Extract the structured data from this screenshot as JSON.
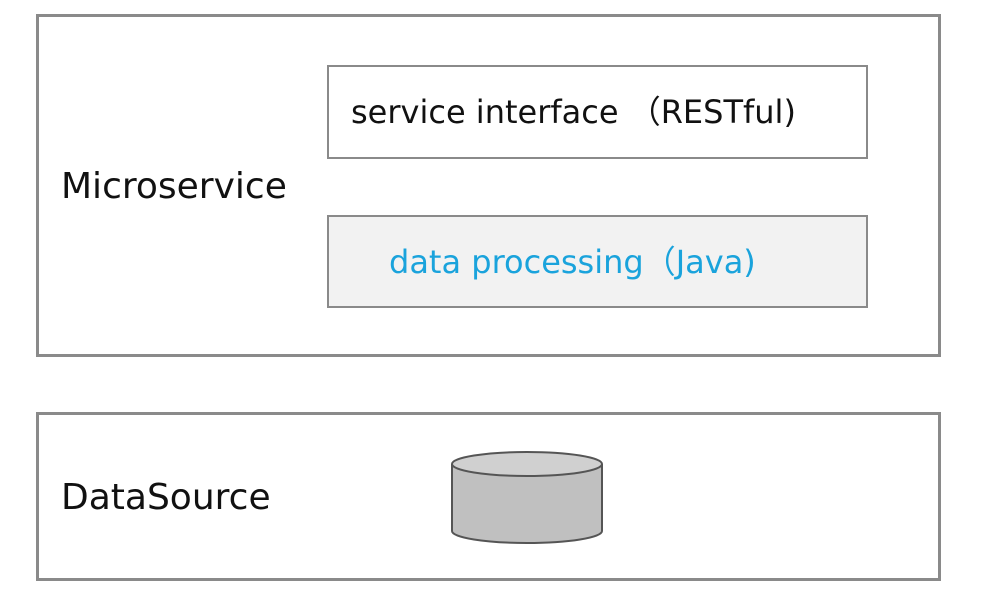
{
  "microservice": {
    "label": "Microservice",
    "service_interface": "service interface （RESTful)",
    "data_processing": "data processing（Java)"
  },
  "datasource": {
    "label": "DataSource",
    "icon": "database-icon"
  },
  "colors": {
    "border": "#8a8a8a",
    "text": "#111111",
    "accent_text": "#1aa3dc",
    "processing_fill": "#f2f2f2",
    "database_fill": "#c0c0c0",
    "database_stroke": "#555555"
  }
}
